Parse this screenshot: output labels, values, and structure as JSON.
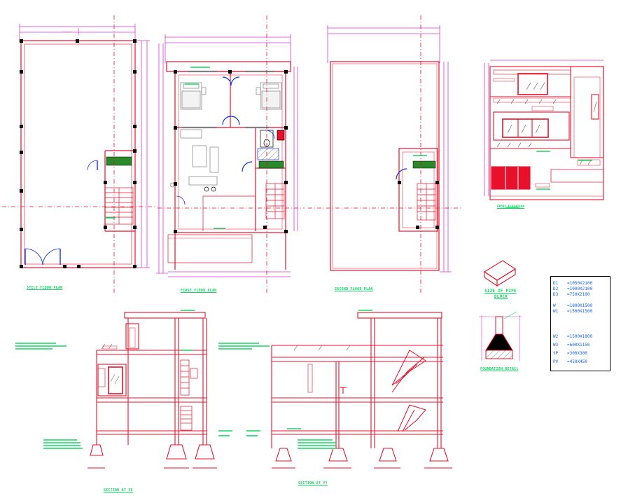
{
  "labels": {
    "stilt_floor_plan": "STILT FLOOR PLAN",
    "first_floor_plan": "FIRST FLOOR PLAN",
    "second_floor_plan": "SECOND FLOOR PLAN",
    "front_elevation": "FRONT ELEVATION",
    "size_of_pipe_block": "SIZE OF PIPE",
    "size_of_pipe_block_2": "BLOCK",
    "foundation_detail": "FOUNDATION DETAIL",
    "section_xx": "SECTION AT XX",
    "section_yy": "SECTION AT YY"
  },
  "schedule": [
    {
      "key": "D1",
      "value": "=1050X2100"
    },
    {
      "key": "D2",
      "value": "=1000X2100"
    },
    {
      "key": "D3",
      "value": "=750X2100"
    },
    {
      "key": "W",
      "value": "=1800X1500"
    },
    {
      "key": "W1",
      "value": "=1500X1500"
    },
    {
      "key": "W2",
      "value": "=1500X1800"
    },
    {
      "key": "W3",
      "value": "=600X1150"
    },
    {
      "key": "SP",
      "value": "=300X300"
    },
    {
      "key": "PV",
      "value": "=450X450"
    }
  ],
  "colors": {
    "wall": "#e8102a",
    "dimension": "#d838d8",
    "annotation": "#10d860",
    "door": "#1030e0",
    "furniture": "#808080",
    "column": "#000000"
  }
}
